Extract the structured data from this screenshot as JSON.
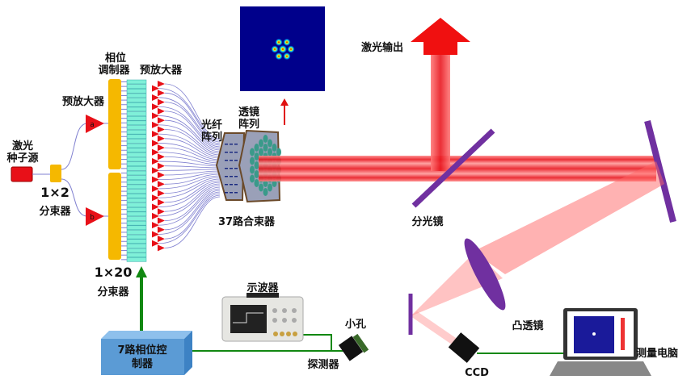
{
  "labels": {
    "seed_1": "激光",
    "seed_2": "种子源",
    "splitter12_ratio": "1×2",
    "splitter12_name": "分束器",
    "preamp_single": "预放大器",
    "phase_mod_1": "相位",
    "phase_mod_2": "调制器",
    "preamp_array": "预放大器",
    "splitter120_ratio": "1×20",
    "splitter120_name": "分束器",
    "fiber_array_1": "光纤",
    "fiber_array_2": "阵列",
    "lens_array_1": "透镜",
    "lens_array_2": "阵列",
    "combiner": "37路合束器",
    "laser_output": "激光输出",
    "beam_splitter": "分光镜",
    "convex_lens": "凸透镜",
    "oscilloscope": "示波器",
    "pinhole": "小孔",
    "detector": "探测器",
    "ccd": "CCD",
    "computer": "测量电脑",
    "controller_1": "7路相位控",
    "controller_2": "制器",
    "amp_a": "a",
    "amp_b": "b"
  },
  "colors": {
    "beam": "#e8141e",
    "mirror": "#7030a0",
    "fiber": "#8080d0",
    "control_line": "#118811",
    "modulator": "#f5b800",
    "preamp_cell": "#7ff0d8",
    "controller": "#5b9bd5"
  }
}
